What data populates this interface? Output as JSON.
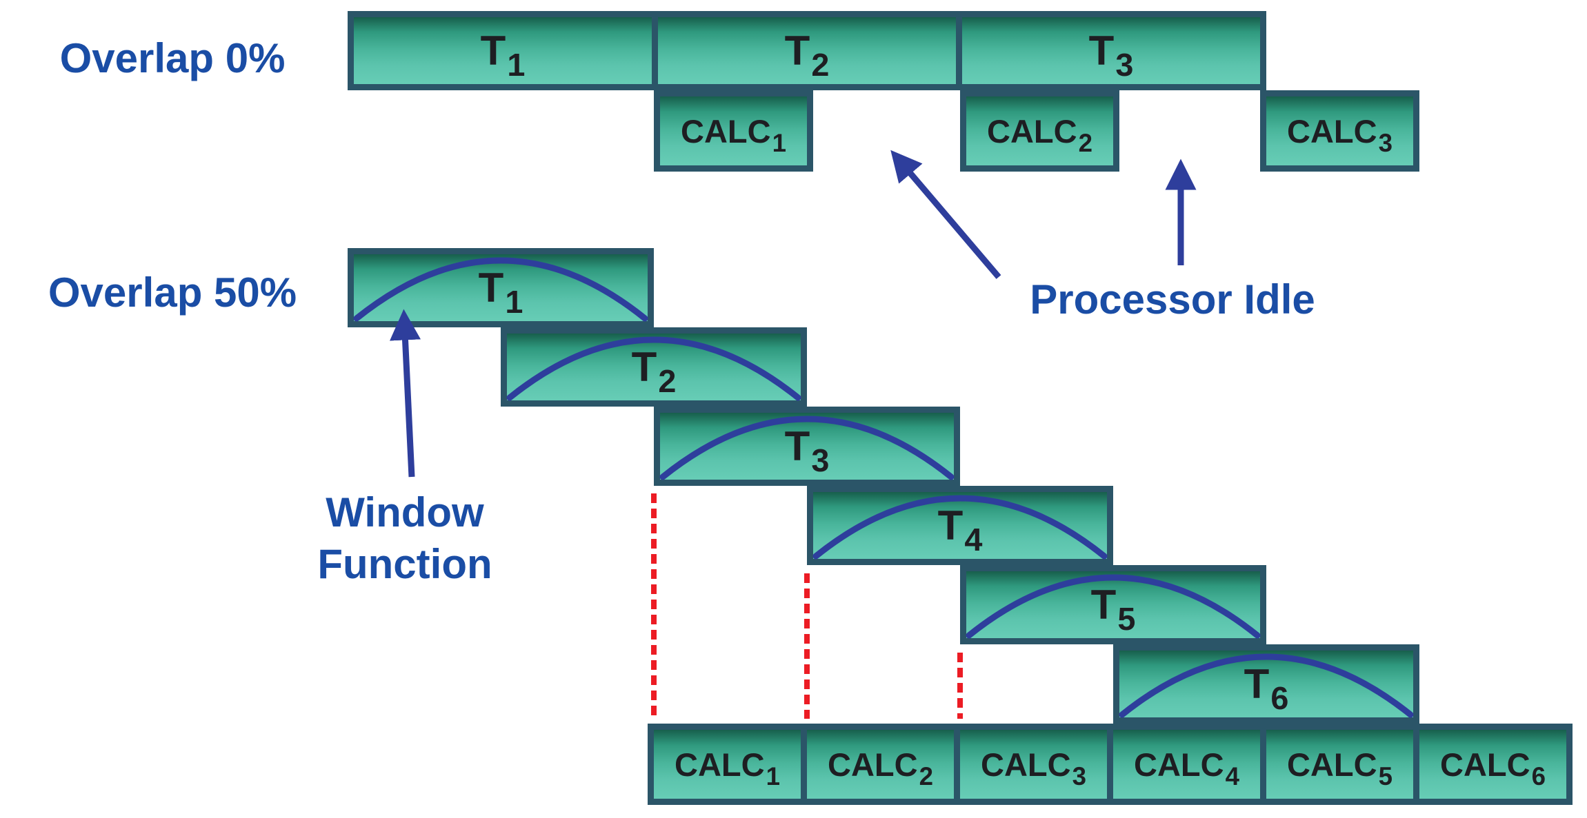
{
  "colors": {
    "background": "#ffffff",
    "label_blue": "#1a4da5",
    "arrow_blue": "#2e3e9c",
    "dashed_red": "#ec1c24",
    "box_border": "#2b5568",
    "box_text": "#1e1e22",
    "box_gradient_top": "#175f4c",
    "box_gradient_bottom": "#67cdb6"
  },
  "overlap0": {
    "label": "Overlap 0%",
    "t_blocks": [
      {
        "name": "T",
        "sub": "1"
      },
      {
        "name": "T",
        "sub": "2"
      },
      {
        "name": "T",
        "sub": "3"
      }
    ],
    "calc_blocks": [
      {
        "name": "CALC",
        "sub": "1"
      },
      {
        "name": "CALC",
        "sub": "2"
      },
      {
        "name": "CALC",
        "sub": "3"
      }
    ],
    "processor_idle_label": "Processor Idle"
  },
  "overlap50": {
    "label": "Overlap 50%",
    "t_blocks": [
      {
        "name": "T",
        "sub": "1"
      },
      {
        "name": "T",
        "sub": "2"
      },
      {
        "name": "T",
        "sub": "3"
      },
      {
        "name": "T",
        "sub": "4"
      },
      {
        "name": "T",
        "sub": "5"
      },
      {
        "name": "T",
        "sub": "6"
      }
    ],
    "calc_blocks": [
      {
        "name": "CALC",
        "sub": "1"
      },
      {
        "name": "CALC",
        "sub": "2"
      },
      {
        "name": "CALC",
        "sub": "3"
      },
      {
        "name": "CALC",
        "sub": "4"
      },
      {
        "name": "CALC",
        "sub": "5"
      },
      {
        "name": "CALC",
        "sub": "6"
      }
    ],
    "window_function_label": {
      "line1": "Window",
      "line2": "Function"
    }
  }
}
